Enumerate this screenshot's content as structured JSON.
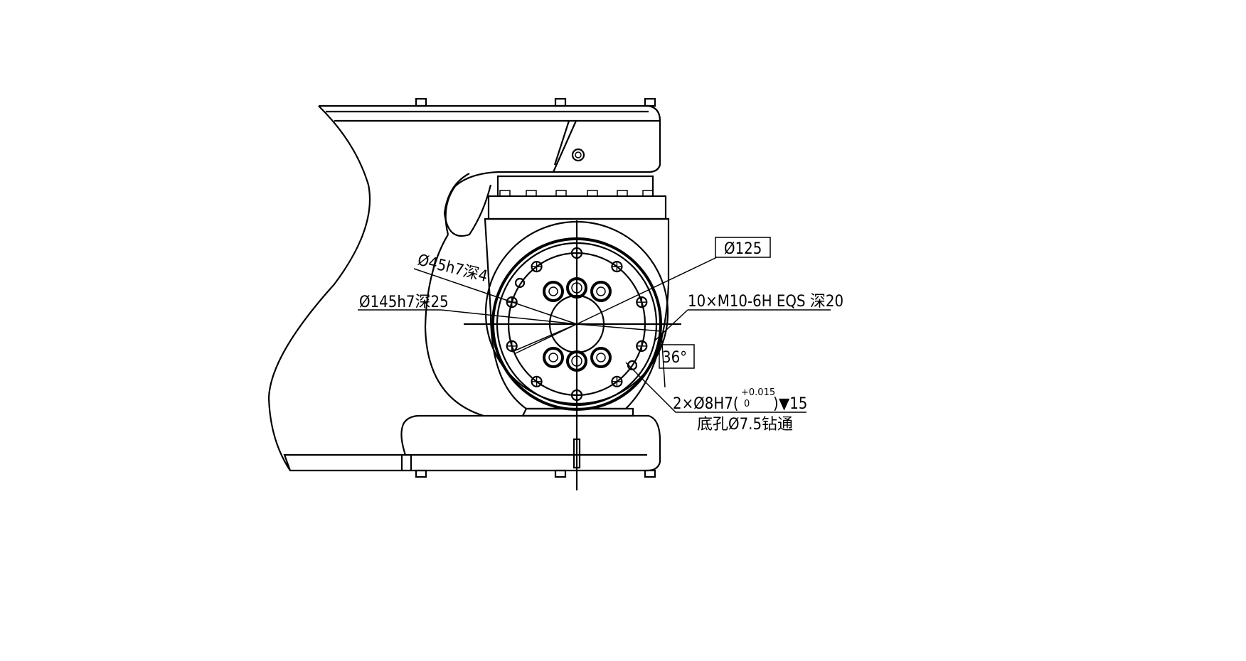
{
  "drawing": {
    "labels": {
      "bore_small": "Ø45h7深4",
      "bore_large": "Ø145h7深25",
      "pcd": "Ø125",
      "thread_holes": "10×M10-6H EQS 深20",
      "angle": "36°",
      "pin_holes_prefix": "2×Ø8H7(",
      "pin_tol_upper": "+0.015",
      "pin_tol_lower": "0",
      "pin_holes_suffix": ")",
      "pin_depth": "▼15",
      "pin_bottom": "底孔Ø7.5钻通"
    }
  }
}
